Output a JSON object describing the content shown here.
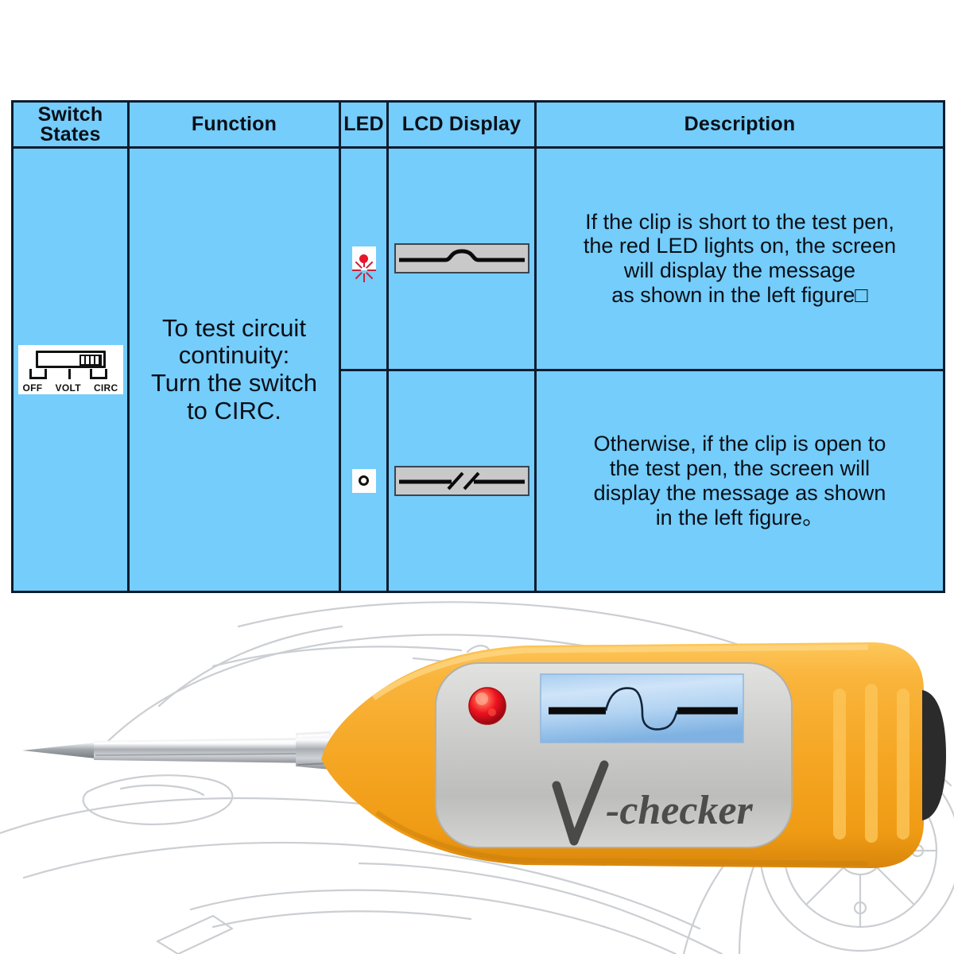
{
  "table": {
    "headers": [
      {
        "label": "Switch\nStates",
        "name": "switch-states"
      },
      {
        "label": "Function",
        "name": "function"
      },
      {
        "label": "LED",
        "name": "led"
      },
      {
        "label": "LCD Display",
        "name": "lcd-display"
      },
      {
        "label": "Description",
        "name": "description"
      }
    ],
    "header_switch_line1": "Switch",
    "header_switch_line2": "States",
    "header_function": "Function",
    "header_led": "LED",
    "header_lcd": "LCD Display",
    "header_description": "Description",
    "switch_figure": {
      "position": "CIRC",
      "labels": [
        "OFF",
        "VOLT",
        "CIRC"
      ],
      "label_off": "OFF",
      "label_volt": "VOLT",
      "label_circ": "CIRC"
    },
    "function_text": "To test circuit continuity:\nTurn the switch to CIRC.",
    "function_lines": [
      "To test circuit",
      "continuity:",
      "Turn the switch",
      "to CIRC."
    ],
    "rows": [
      {
        "led_state": "on",
        "led_icon": "led-lit-red-icon",
        "lcd_icon": "lcd-continuity-bump-icon",
        "description": "If the clip is short to the test pen, the red LED lights on, the screen will display the message as shown in the left figure□",
        "description_lines": [
          "If the clip is short to the test pen,",
          "the red LED lights on, the screen",
          "will display the message",
          "as shown in the left figure□"
        ]
      },
      {
        "led_state": "off",
        "led_icon": "led-unlit-icon",
        "lcd_icon": "lcd-open-circuit-break-icon",
        "description": "Otherwise, if the clip is open to the test pen, the screen will display the message as shown in the left figure。",
        "description_lines": [
          "Otherwise, if the clip is open to",
          "the test pen, the screen will",
          "display the message as shown",
          "in the left figure。"
        ]
      }
    ]
  },
  "product": {
    "brand_logo_text": "-checker",
    "brand_full": "V-checker",
    "lcd_reading": "continuity-bump",
    "led_color": "#e8142a",
    "body_color": "#f5a623",
    "panel_color": "#c8c8c8",
    "probe_color": "#b9bcc0",
    "background_sketch": "car-front-line-art"
  },
  "colors": {
    "table_fill": "#74cdfa",
    "table_border": "#0d1b2e",
    "text": "#0a0f18",
    "led_on": "#e8142a",
    "lcd_panel": "#c9c9c9",
    "product_yellow": "#f5a623",
    "sketch_line": "#c9cbce"
  }
}
